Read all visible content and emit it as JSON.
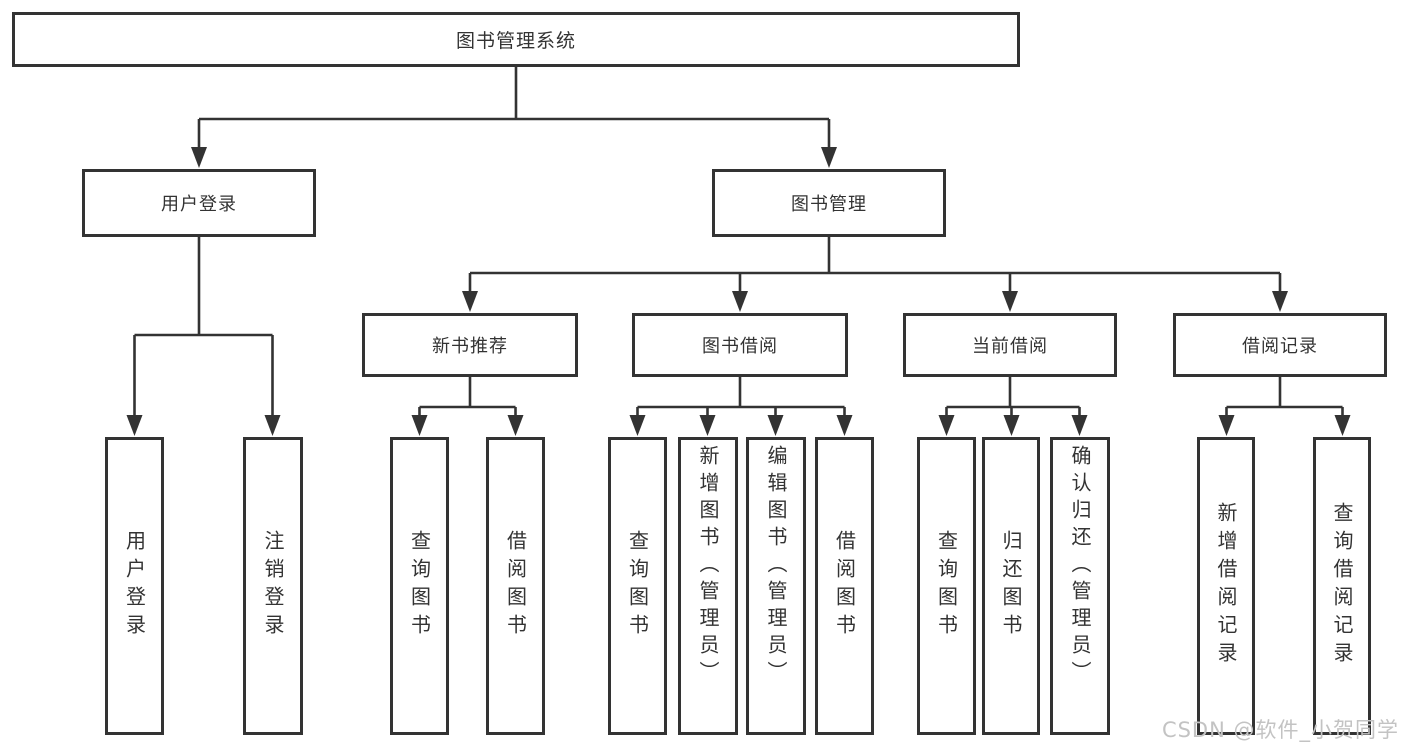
{
  "diagram": {
    "root": "图书管理系统",
    "level2": {
      "user_login": "用户登录",
      "book_mgmt": "图书管理"
    },
    "level3": {
      "recommend": "新书推荐",
      "borrow": "图书借阅",
      "current": "当前借阅",
      "records": "借阅记录"
    },
    "leaves": {
      "login": [
        "用户登录",
        "注销登录"
      ],
      "recommend": [
        "查询图书",
        "借阅图书"
      ],
      "borrow": [
        "查询图书",
        "新增图书（管理员）",
        "编辑图书（管理员）",
        "借阅图书"
      ],
      "current": [
        "查询图书",
        "归还图书",
        "确认归还（管理员）"
      ],
      "records": [
        "新增借阅记录",
        "查询借阅记录"
      ]
    }
  },
  "watermark": {
    "text": "CSDN @软件_小贺同学"
  },
  "colors": {
    "line": "#333333",
    "text": "#333333",
    "background": "#ffffff",
    "watermark": "#c3c3c3"
  }
}
